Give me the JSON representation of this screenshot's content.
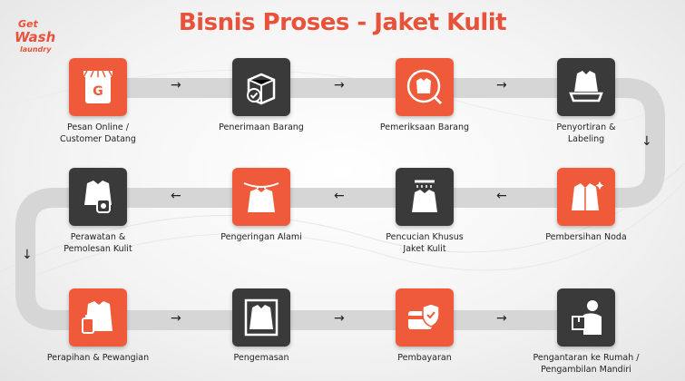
{
  "title": "Bisnis Proses - Jaket Kulit",
  "logo": {
    "line1": "Get",
    "line2": "Wash",
    "line3": "laundry"
  },
  "colors": {
    "accent": "#ee5a3a",
    "dark": "#3a3a3a",
    "track": "#d6d6d6"
  },
  "steps": [
    {
      "label": "Pesan Online /\nCustomer Datang",
      "icon": "phone-store-icon",
      "color": "orange"
    },
    {
      "label": "Penerimaan Barang",
      "icon": "box-check-icon",
      "color": "dark"
    },
    {
      "label": "Pemeriksaan Barang",
      "icon": "jacket-inspect-icon",
      "color": "orange"
    },
    {
      "label": "Penyortiran &\nLabeling",
      "icon": "jacket-tray-icon",
      "color": "dark"
    },
    {
      "label": "Pembersihan Noda",
      "icon": "jacket-sparkle-icon",
      "color": "orange"
    },
    {
      "label": "Pencucian Khusus\nJaket Kulit",
      "icon": "jacket-shower-icon",
      "color": "dark"
    },
    {
      "label": "Pengeringan Alami",
      "icon": "jacket-hanger-icon",
      "color": "orange"
    },
    {
      "label": "Perawatan &\nPemolesan Kulit",
      "icon": "jacket-polish-icon",
      "color": "dark"
    },
    {
      "label": "Perapihan & Pewangian",
      "icon": "jacket-spray-icon",
      "color": "orange"
    },
    {
      "label": "Pengemasan",
      "icon": "jacket-frame-icon",
      "color": "dark"
    },
    {
      "label": "Pembayaran",
      "icon": "payment-shield-icon",
      "color": "orange"
    },
    {
      "label": "Pengantaran ke Rumah /\nPengambilan Mandiri",
      "icon": "delivery-person-icon",
      "color": "dark"
    }
  ],
  "arrows": {
    "right": "→",
    "left": "←",
    "down": "↓"
  }
}
